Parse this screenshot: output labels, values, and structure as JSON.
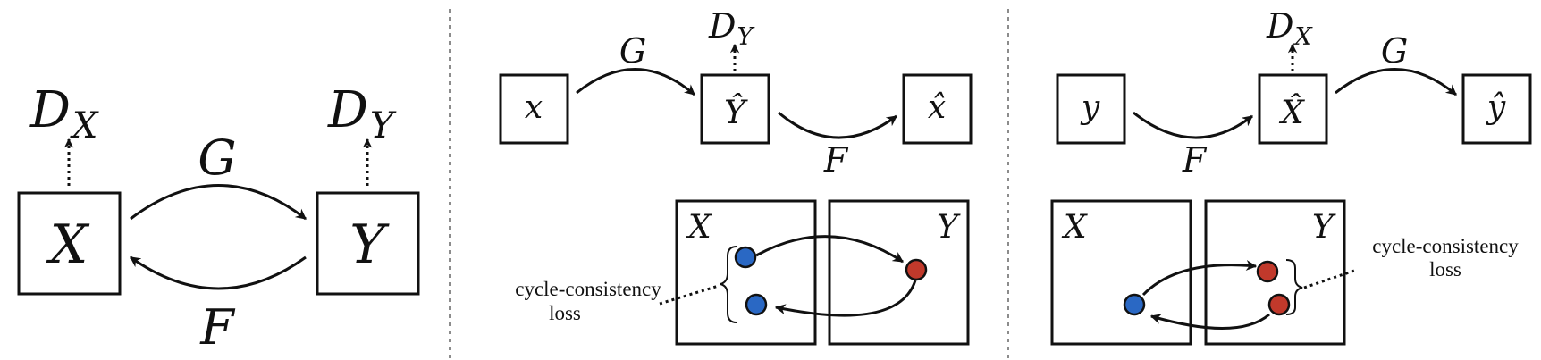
{
  "panel_a": {
    "dx": "D",
    "dx_sub": "X",
    "dy": "D",
    "dy_sub": "Y",
    "g": "G",
    "f": "F",
    "x": "X",
    "y": "Y"
  },
  "panel_b": {
    "dy": "D",
    "dy_sub": "Y",
    "g": "G",
    "f": "F",
    "x": "x",
    "yhat": "Ŷ",
    "xhat": "x̂",
    "domain_x": "X",
    "domain_y": "Y",
    "loss_line1": "cycle-consistency",
    "loss_line2": "loss"
  },
  "panel_c": {
    "dx": "D",
    "dx_sub": "X",
    "g": "G",
    "f": "F",
    "y": "y",
    "xhat": "X̂",
    "yhat": "ŷ",
    "domain_x": "X",
    "domain_y": "Y",
    "loss_line1": "cycle-consistency",
    "loss_line2": "loss"
  },
  "colors": {
    "domain_x_point": "#2a68c4",
    "domain_y_point": "#c1392b"
  }
}
